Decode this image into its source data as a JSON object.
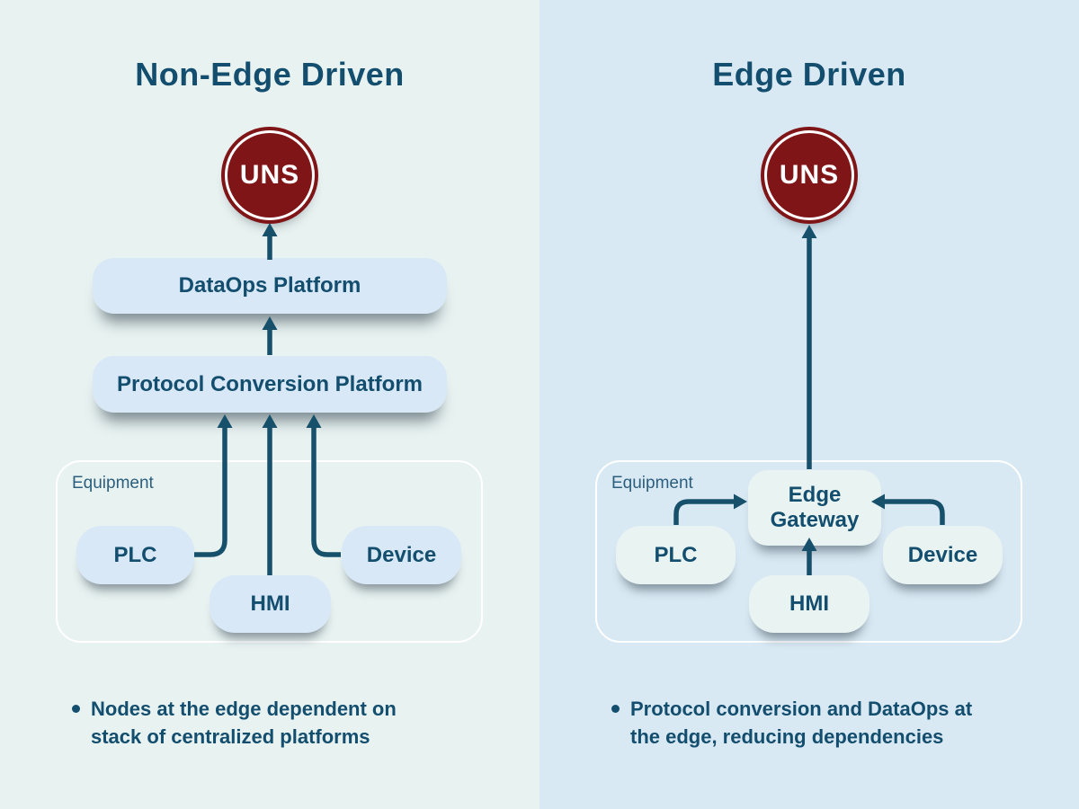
{
  "colors": {
    "left_bg": "#e8f2f1",
    "right_bg": "#d9e9f4",
    "accent_red": "#801518",
    "dark_blue": "#134e6e",
    "label_blue": "#2c5f7e",
    "line": "#17506b",
    "left_box": "#d8e8f6",
    "right_box": "#e9f3f2"
  },
  "left": {
    "title": "Non-Edge Driven",
    "uns_label": "UNS",
    "boxes": {
      "dataops": "DataOps Platform",
      "protocol": "Protocol Conversion Platform"
    },
    "equipment": {
      "label": "Equipment",
      "plc": "PLC",
      "hmi": "HMI",
      "device": "Device"
    },
    "bullet": {
      "line1": "Nodes at the edge dependent on",
      "line2": "stack of centralized platforms"
    }
  },
  "right": {
    "title": "Edge Driven",
    "uns_label": "UNS",
    "equipment": {
      "label": "Equipment",
      "gateway": "Edge Gateway",
      "plc": "PLC",
      "hmi": "HMI",
      "device": "Device"
    },
    "bullet": {
      "line1": "Protocol conversion and DataOps at",
      "line2": "the edge, reducing dependencies"
    }
  }
}
